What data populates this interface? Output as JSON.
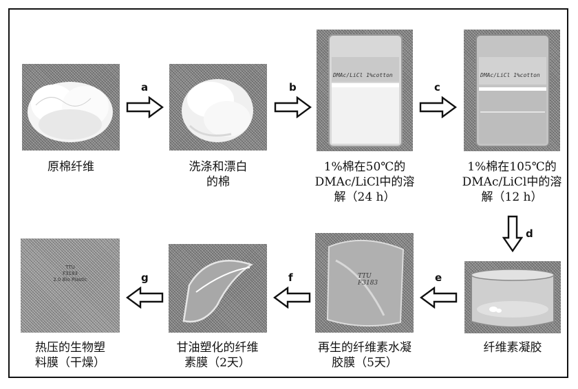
{
  "captions": {
    "c1": [
      "原棉纤维"
    ],
    "c2": [
      "洗涤和漂白",
      "的棉"
    ],
    "c3": [
      "1%棉在50℃的",
      "DMAc/LiCl中的溶",
      "解（24 h）"
    ],
    "c4": [
      "1%棉在105℃的",
      "DMAc/LiCl中的溶",
      "解（12 h）"
    ],
    "c5": [
      "纤维素凝胶"
    ],
    "c6": [
      "再生的纤维素水凝",
      "胶膜（5天）"
    ],
    "c7": [
      "甘油塑化的纤维",
      "素膜（2天）"
    ],
    "c8": [
      "热压的生物塑",
      "料膜（干燥）"
    ]
  },
  "steps": {
    "a": "a",
    "b": "b",
    "c": "c",
    "d": "d",
    "e": "e",
    "f": "f",
    "g": "g"
  },
  "photo_text": {
    "beaker3": "DMAc/LiCl 1%cotton",
    "beaker4": "DMAc/LiCl 1%cotton",
    "film6": [
      "TTU",
      "F3183"
    ],
    "film8": [
      "TTU",
      "F3183",
      "2.0 Bio Plastic"
    ]
  },
  "colors": {
    "border": "#111111",
    "arrow_fill": "#ffffff",
    "arrow_stroke": "#111111"
  }
}
